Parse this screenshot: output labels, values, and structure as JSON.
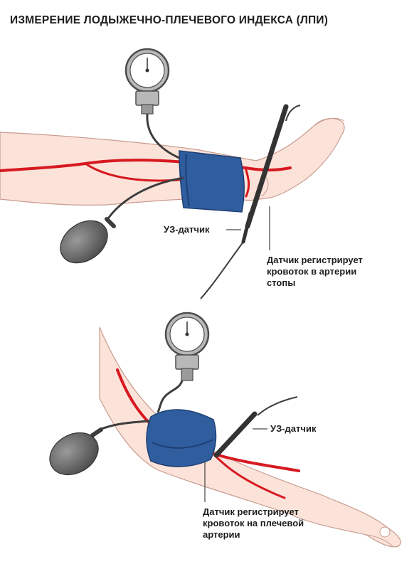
{
  "title": "ИЗМЕРЕНИЕ ЛОДЫЖЕЧНО-ПЛЕЧЕВОГО ИНДЕКСА (ЛПИ)",
  "colors": {
    "skin": "#fbe3da",
    "skin_outline": "#c89c8f",
    "artery": "#d71920",
    "cuff": "#2f5d9e",
    "cuff_dark": "#1f3f73",
    "tube": "#3d3d3d",
    "bulb": "#6b6b6b",
    "gauge_body": "#b8b8b8"
  },
  "top": {
    "probe_label": "УЗ-датчик",
    "sensor_text": [
      "Датчик регистрирует",
      "кровоток в артерии",
      "стопы"
    ]
  },
  "bottom": {
    "probe_label": "УЗ-датчик",
    "sensor_text": [
      "Датчик регистрирует",
      "кровоток на плечевой",
      "артерии"
    ]
  }
}
